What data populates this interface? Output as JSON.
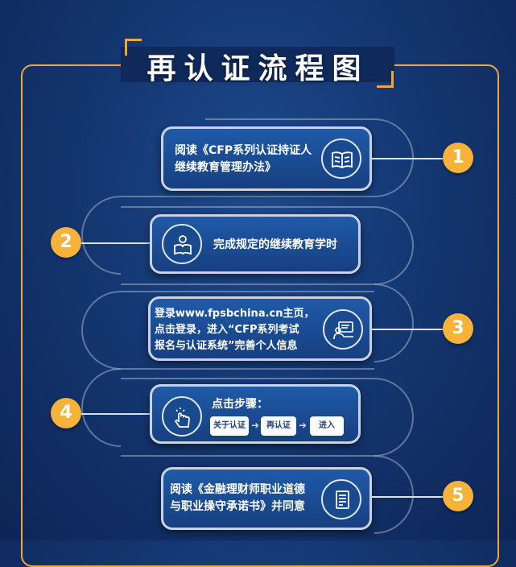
{
  "title": "再认证流程图",
  "steps": [
    {
      "number": "1",
      "line1": "阅读《CFP系列认证持证人",
      "line2": "继续教育管理办法》",
      "icon": "book-icon"
    },
    {
      "number": "2",
      "line1": "完成规定的继续教育学时",
      "icon": "reading-person-icon"
    },
    {
      "number": "3",
      "line1": "登录www.fpsbchina.cn主页，",
      "line2": "点击登录，进入“CFP系列考试",
      "line3": "报名与认证系统”完善个人信息",
      "icon": "computer-user-icon"
    },
    {
      "number": "4",
      "line1": "点击步骤：",
      "icon": "tap-hand-icon",
      "pills": [
        "关于认证",
        "再认证",
        "进入"
      ]
    },
    {
      "number": "5",
      "line1": "阅读《金融理财师职业道德",
      "line2": "与职业操守承诺书》并同意",
      "icon": "document-icon"
    }
  ],
  "colors": {
    "accent": "#f6b23a",
    "frame": "#f0a63a",
    "card": "#1f5aa8",
    "background": "#143772"
  }
}
